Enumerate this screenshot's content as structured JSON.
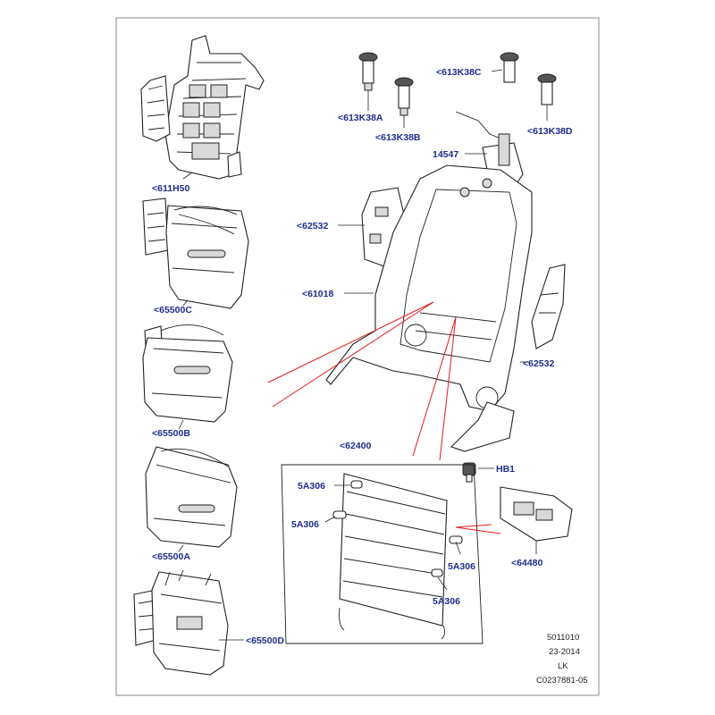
{
  "labels": {
    "c611H50": "<611H50",
    "c65500C": "<65500C",
    "c65500B": "<65500B",
    "c65500A": "<65500A",
    "c65500D": "<65500D",
    "c613K38A": "<613K38A",
    "c613K38B": "<613K38B",
    "c613K38C": "<613K38C",
    "c613K38D": "<613K38D",
    "c14547": "14547",
    "c62532_left": "<62532",
    "c61018": "<61018",
    "c62532_right": "<62532",
    "c62400": "<62400",
    "cHB1": "HB1",
    "c5A306_1": "5A306",
    "c5A306_2": "5A306",
    "c5A306_3": "5A306",
    "c5A306_4": "5A306",
    "c64480": "<64480"
  },
  "footer": {
    "line1": "5011010",
    "line2": "23-2014",
    "line3": "LK",
    "line4": "C0237881-05"
  },
  "colors": {
    "label": "#1f2c8c",
    "leader_highlight": "#e21b1b",
    "border": "#8a8a8a"
  }
}
